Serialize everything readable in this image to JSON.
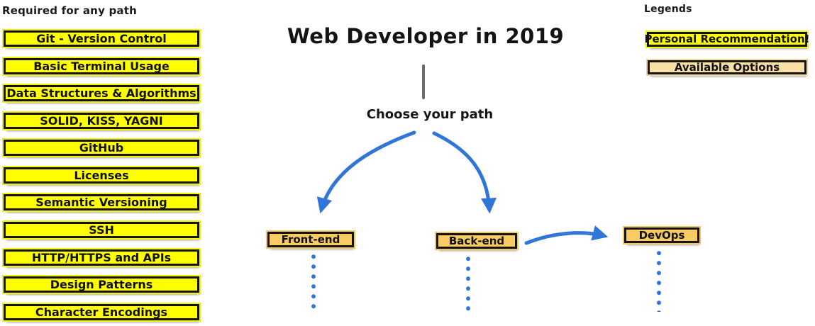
{
  "diagram": {
    "title": "Web Developer in 2019",
    "choose_path_label": "Choose your path"
  },
  "required": {
    "heading": "Required for any path",
    "items": [
      "Git - Version Control",
      "Basic Terminal Usage",
      "Data Structures & Algorithms",
      "SOLID, KISS, YAGNI",
      "GitHub",
      "Licenses",
      "Semantic Versioning",
      "SSH",
      "HTTP/HTTPS and APIs",
      "Design Patterns",
      "Character Encodings"
    ]
  },
  "paths": {
    "front_end": "Front-end",
    "back_end": "Back-end",
    "devops": "DevOps"
  },
  "legends": {
    "heading": "Legends",
    "personal_recommendation": "Personal Recommendation!",
    "available_options": "Available Options"
  },
  "colors": {
    "recommendation_yellow": "#FEFE00",
    "path_gold": "#F8CC63",
    "available_tan": "#F8DFA5",
    "arrow_blue": "#3076D9",
    "trunk_gray": "#6B6B6B",
    "border_black": "#141414"
  }
}
